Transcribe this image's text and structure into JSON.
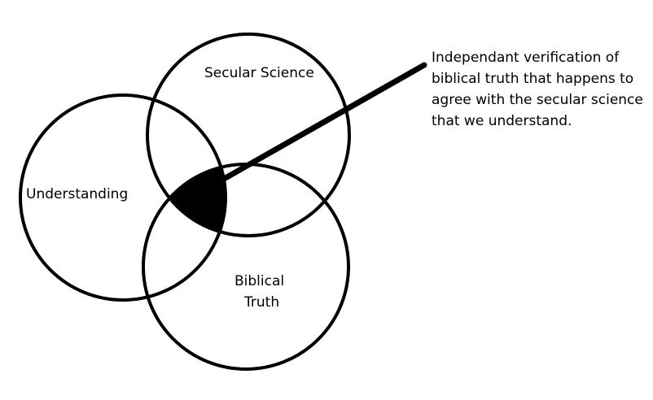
{
  "labels": {
    "understanding": "Understanding",
    "secular_science": "Secular Science",
    "biblical_truth_line1": "Biblical",
    "biblical_truth_line2": "Truth"
  },
  "annotation": {
    "lines": [
      "Independant verification of",
      "biblical truth that happens to",
      "agree with the secular science",
      "that we understand."
    ]
  },
  "colors": {
    "ink": "#000000",
    "background": "#ffffff"
  }
}
